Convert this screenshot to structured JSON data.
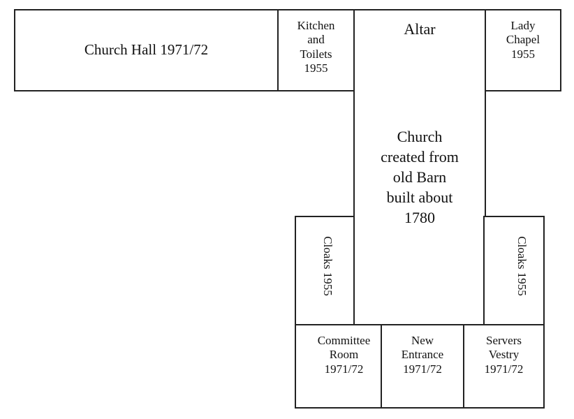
{
  "rooms": {
    "church_hall": "Church Hall 1971/72",
    "kitchen": "Kitchen\nand\nToilets\n1955",
    "altar": "Altar",
    "church": "Church\ncreated from\nold Barn\nbuilt about\n1780",
    "lady_chapel": "Lady\nChapel\n1955",
    "cloaks_left": "Cloaks 1955",
    "cloaks_right": "Cloaks 1955",
    "committee_room": "Committee\nRoom\n1971/72",
    "new_entrance": "New\nEntrance\n1971/72",
    "servers_vestry": "Servers\nVestry\n1971/72"
  }
}
